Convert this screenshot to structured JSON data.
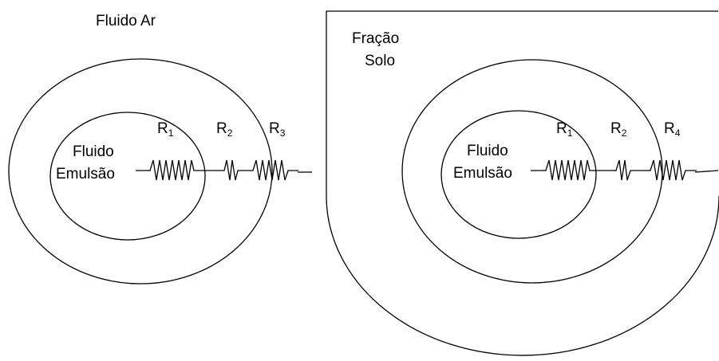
{
  "left_panel": {
    "title": "Fluido Ar",
    "core_label_line1": "Fluido",
    "core_label_line2": "Emulsão",
    "resistors": [
      {
        "letter": "R",
        "sub": "1"
      },
      {
        "letter": "R",
        "sub": "2"
      },
      {
        "letter": "R",
        "sub": "3"
      }
    ]
  },
  "right_panel": {
    "title_line1": "Fração",
    "title_line2": "Solo",
    "core_label_line1": "Fluido",
    "core_label_line2": "Emulsão",
    "resistors": [
      {
        "letter": "R",
        "sub": "1"
      },
      {
        "letter": "R",
        "sub": "2"
      },
      {
        "letter": "R",
        "sub": "4"
      }
    ]
  }
}
